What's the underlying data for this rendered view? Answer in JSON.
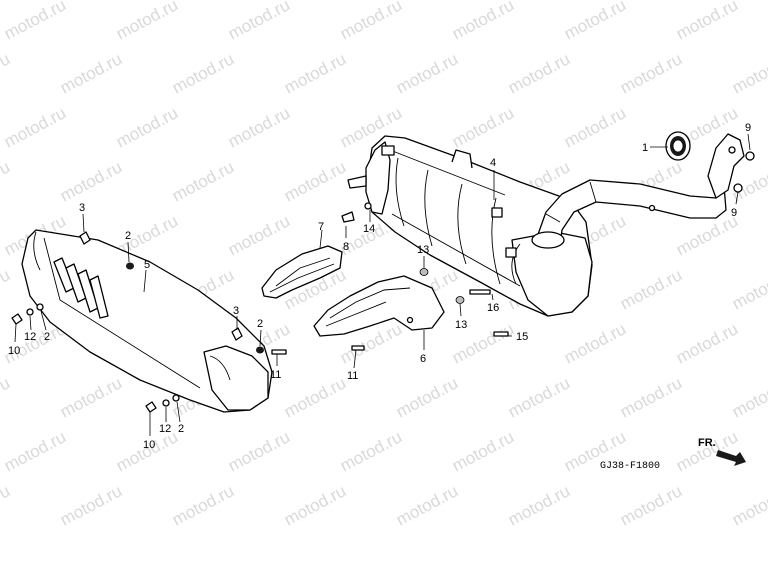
{
  "watermark": {
    "text": "motod.ru",
    "color": "#d9d9d9"
  },
  "diagram": {
    "code": "GJ38-F1800",
    "direction_label": "FR.",
    "callouts": [
      {
        "id": "c1",
        "label": "1"
      },
      {
        "id": "c2a",
        "label": "2"
      },
      {
        "id": "c2b",
        "label": "2"
      },
      {
        "id": "c2c",
        "label": "2"
      },
      {
        "id": "c2d",
        "label": "2"
      },
      {
        "id": "c3a",
        "label": "3"
      },
      {
        "id": "c3b",
        "label": "3"
      },
      {
        "id": "c4",
        "label": "4"
      },
      {
        "id": "c5",
        "label": "5"
      },
      {
        "id": "c6",
        "label": "6"
      },
      {
        "id": "c7",
        "label": "7"
      },
      {
        "id": "c8",
        "label": "8"
      },
      {
        "id": "c9a",
        "label": "9"
      },
      {
        "id": "c9b",
        "label": "9"
      },
      {
        "id": "c10a",
        "label": "10"
      },
      {
        "id": "c10b",
        "label": "10"
      },
      {
        "id": "c11a",
        "label": "11"
      },
      {
        "id": "c11b",
        "label": "11"
      },
      {
        "id": "c12a",
        "label": "12"
      },
      {
        "id": "c12b",
        "label": "12"
      },
      {
        "id": "c13a",
        "label": "13"
      },
      {
        "id": "c13b",
        "label": "13"
      },
      {
        "id": "c14",
        "label": "14"
      },
      {
        "id": "c15",
        "label": "15"
      },
      {
        "id": "c16",
        "label": "16"
      }
    ]
  }
}
